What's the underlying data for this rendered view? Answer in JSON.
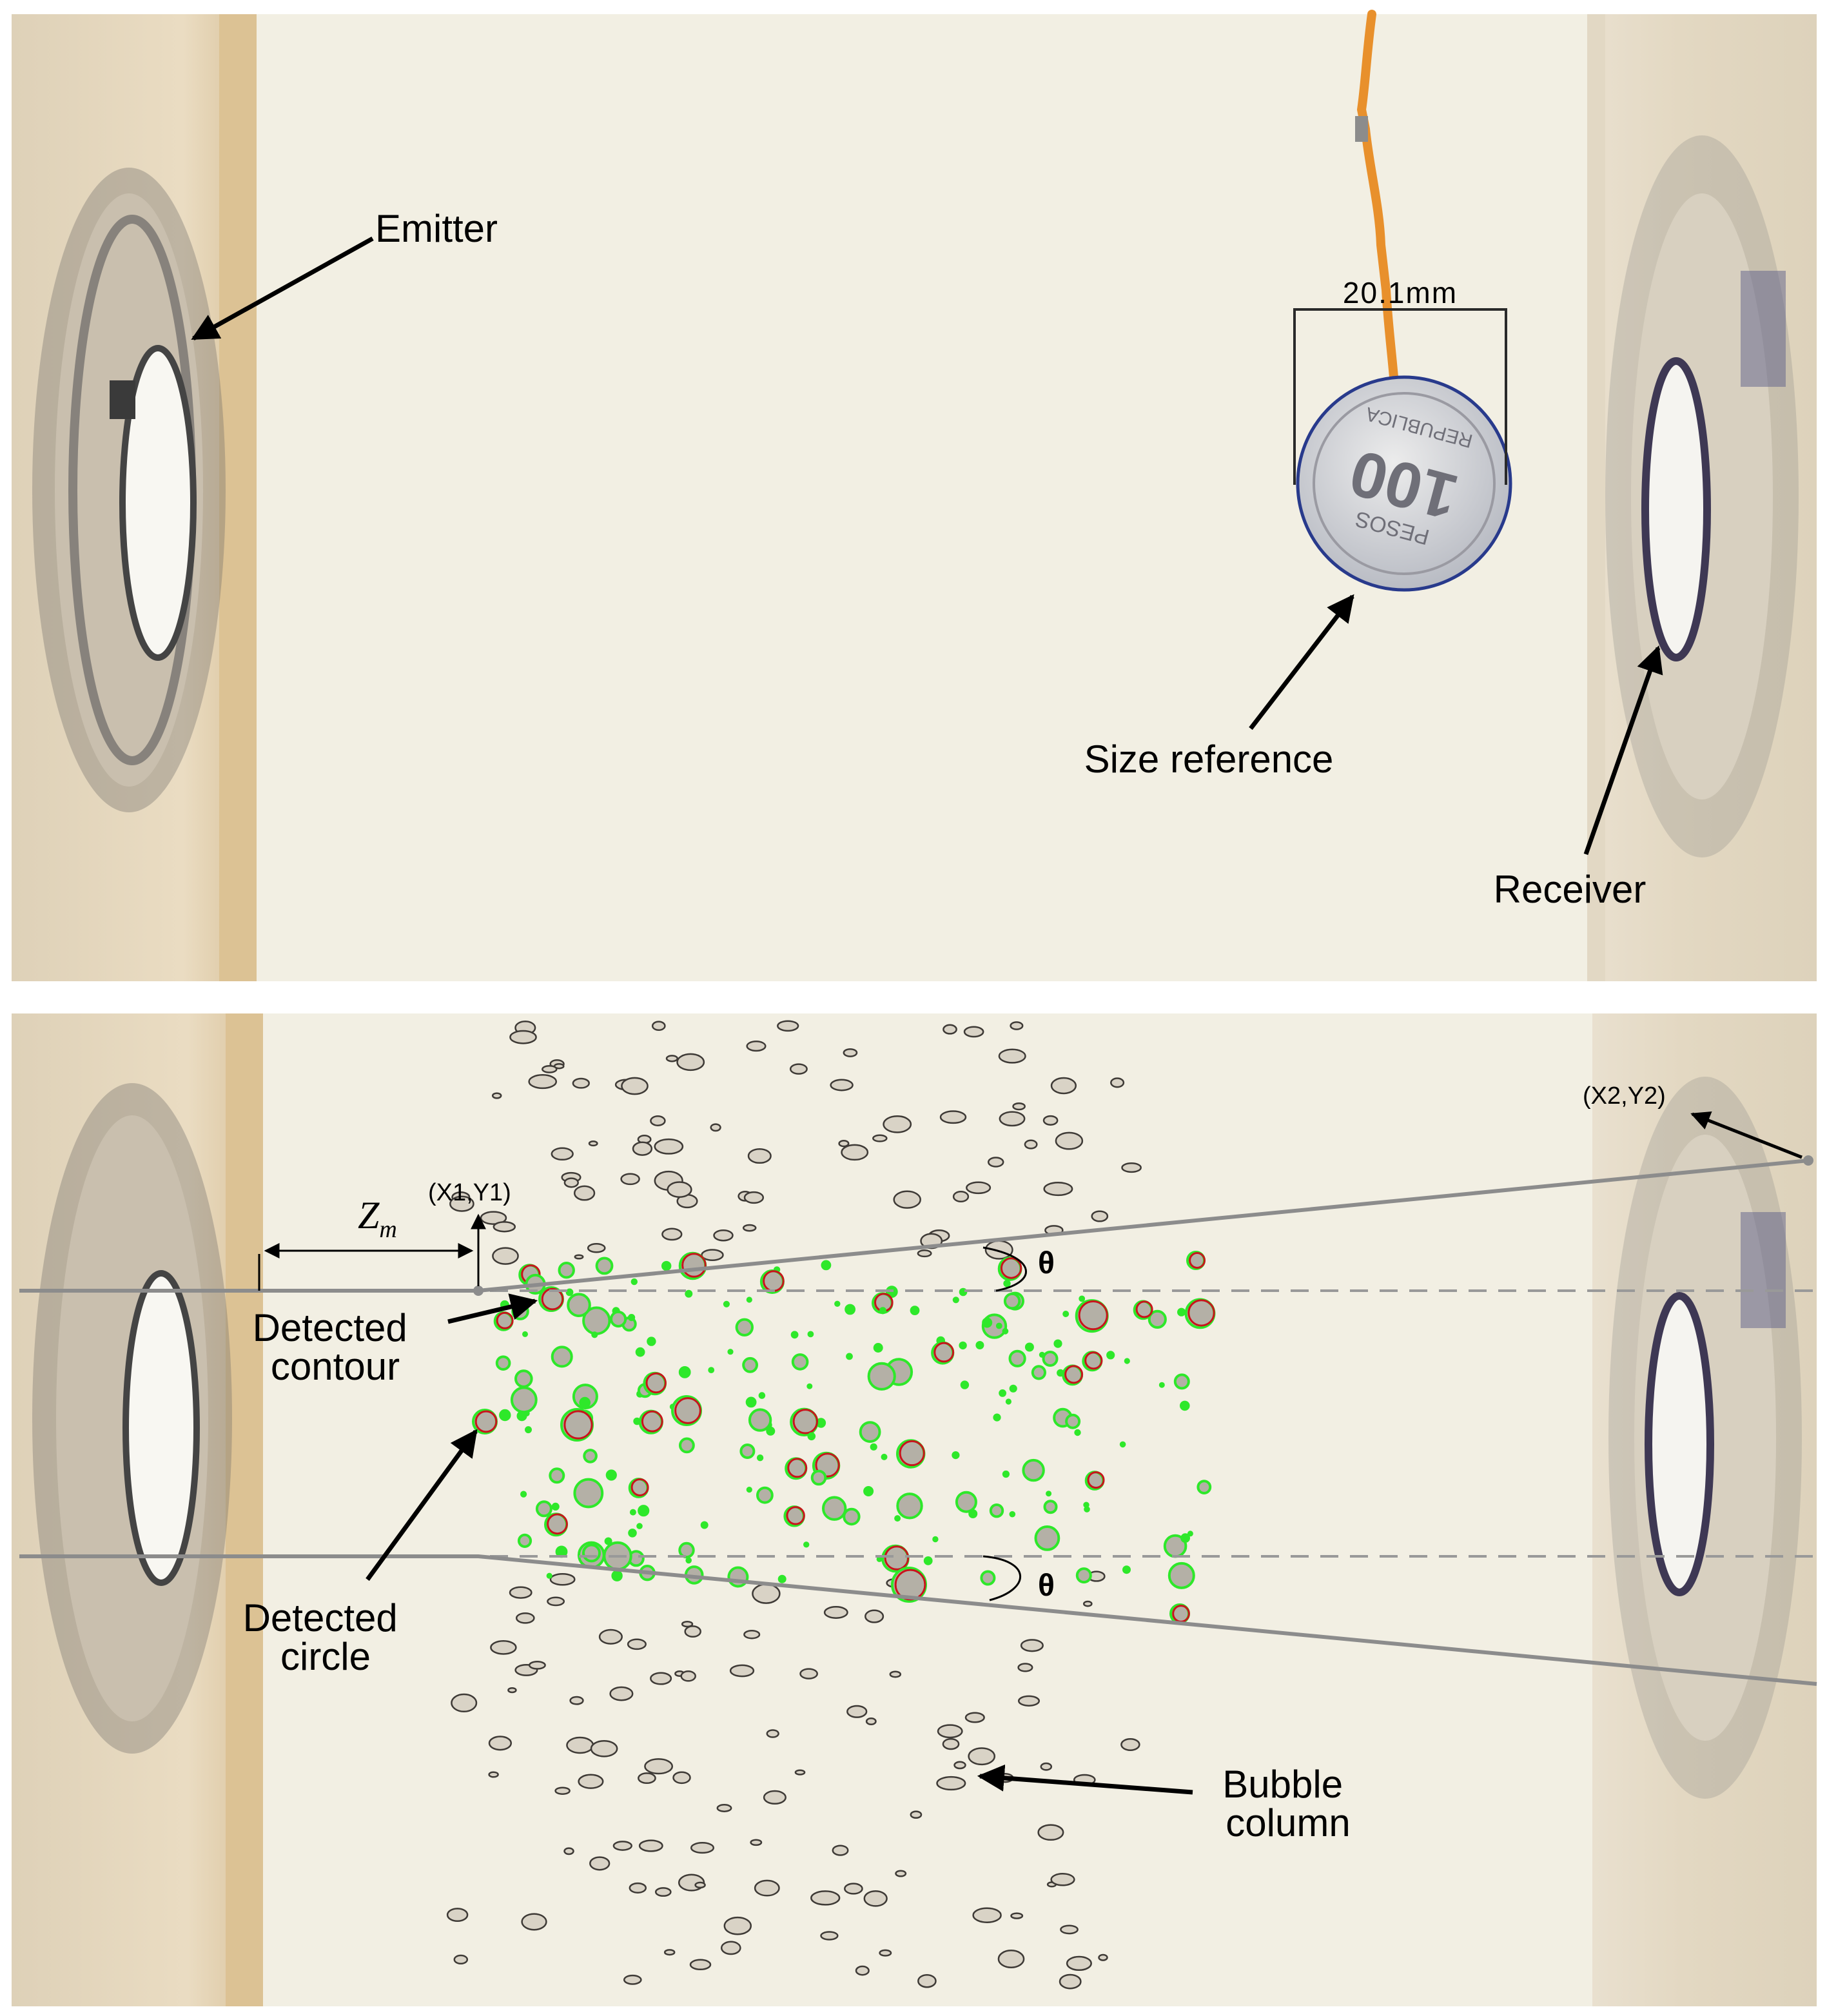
{
  "top_panel": {
    "labels": {
      "emitter": "Emitter",
      "size_reference": "Size reference",
      "receiver": "Receiver",
      "dimension": "20.1mm"
    },
    "coin_text": {
      "denomination": "100",
      "currency": "PESOS",
      "legend": "REPUBLICA"
    }
  },
  "bottom_panel": {
    "labels": {
      "point1": "(X1,Y1)",
      "point2": "(X2,Y2)",
      "z_symbol": "Z",
      "z_subscript": "m",
      "theta_upper": "θ",
      "theta_lower": "θ",
      "detected_contour_line1": "Detected",
      "detected_contour_line2": "contour",
      "detected_circle_line1": "Detected",
      "detected_circle_line2": "circle",
      "bubble_column_line1": "Bubble",
      "bubble_column_line2": "column"
    }
  },
  "colors": {
    "background": "#f2efe3",
    "wall_wood": "#e6d4b4",
    "contour_green": "#2ee82a",
    "circle_red": "#c8141c",
    "beam_line": "#8c8c8c",
    "cable_orange": "#e8902c",
    "coin_outline": "#283a8c"
  }
}
